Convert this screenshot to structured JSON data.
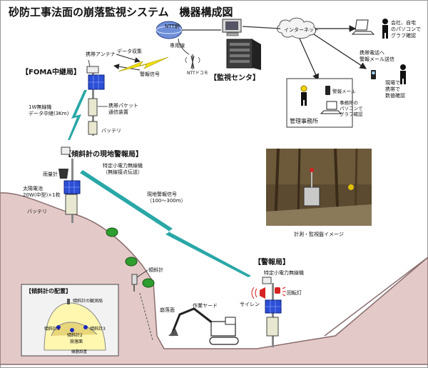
{
  "title": "砂防工事法面の崩落監視システム　機器構成図",
  "nodes": {
    "ntt_network": "NTT網",
    "dedicated_line": "専用線",
    "ntt_docomo": "NTTドコモ",
    "internet": "インターネット",
    "company_home": "会社、自宅\nのパソコンで\nグラフ確認",
    "mobile_alert": "携帯電話へ\n警報メール送信",
    "onsite_mobile": "現場で\n携帯で\n数値確認",
    "monitoring_center": "【監視センタ】",
    "alarm_mail": "警報メール",
    "office_pc": "事務所の\nパソコンで\nグラフ確認",
    "management_office": "管理事務所",
    "foma_relay": "【FOMA中継局】",
    "mobile_antenna": "携帯アンテナ",
    "data_collection": "データ収集",
    "alarm_signal": "警報信号",
    "wireless_1w": "1W無線機\nデータ中継(3Km)",
    "mobile_packet": "携帯パケット\n通信装置",
    "battery": "バッテリ",
    "inclinometer_station": "【傾斜計の現地警報局】",
    "low_power_radio": "特定小電力無線機\n（無線接点伝送）",
    "rain_gauge": "雨量計",
    "solar_cell": "太陽電池\n20W(中型)×1枚",
    "site_alarm_signal": "現地警報信号\n（100～300m）",
    "photo_caption": "計測・監視盤イメージ",
    "alarm_station": "【警報局】",
    "alarm_radio": "特定小電力無線機",
    "siren": "サイレン",
    "rotating_light": "回転灯",
    "inclinometer": "傾斜計",
    "collapse_surface": "崩落面",
    "work_yard": "作業ヤード"
  },
  "inset": {
    "title": "【傾斜計の配置】",
    "observation_station": "傾斜計の観測局",
    "sensor1": "傾斜計1",
    "sensor2": "傾斜計2",
    "sensor3": "傾斜計3",
    "collapse_area": "崩落面",
    "base_position": "機器設置"
  },
  "colors": {
    "slope": "#e4c9c9",
    "slope_edge": "#8a6e6e",
    "lightning": "#2aa7a7",
    "lightning_yellow": "#f2e000",
    "solar": "#2c4fd6",
    "tree": "#2e9e2e",
    "server": "#3d3d3d"
  }
}
